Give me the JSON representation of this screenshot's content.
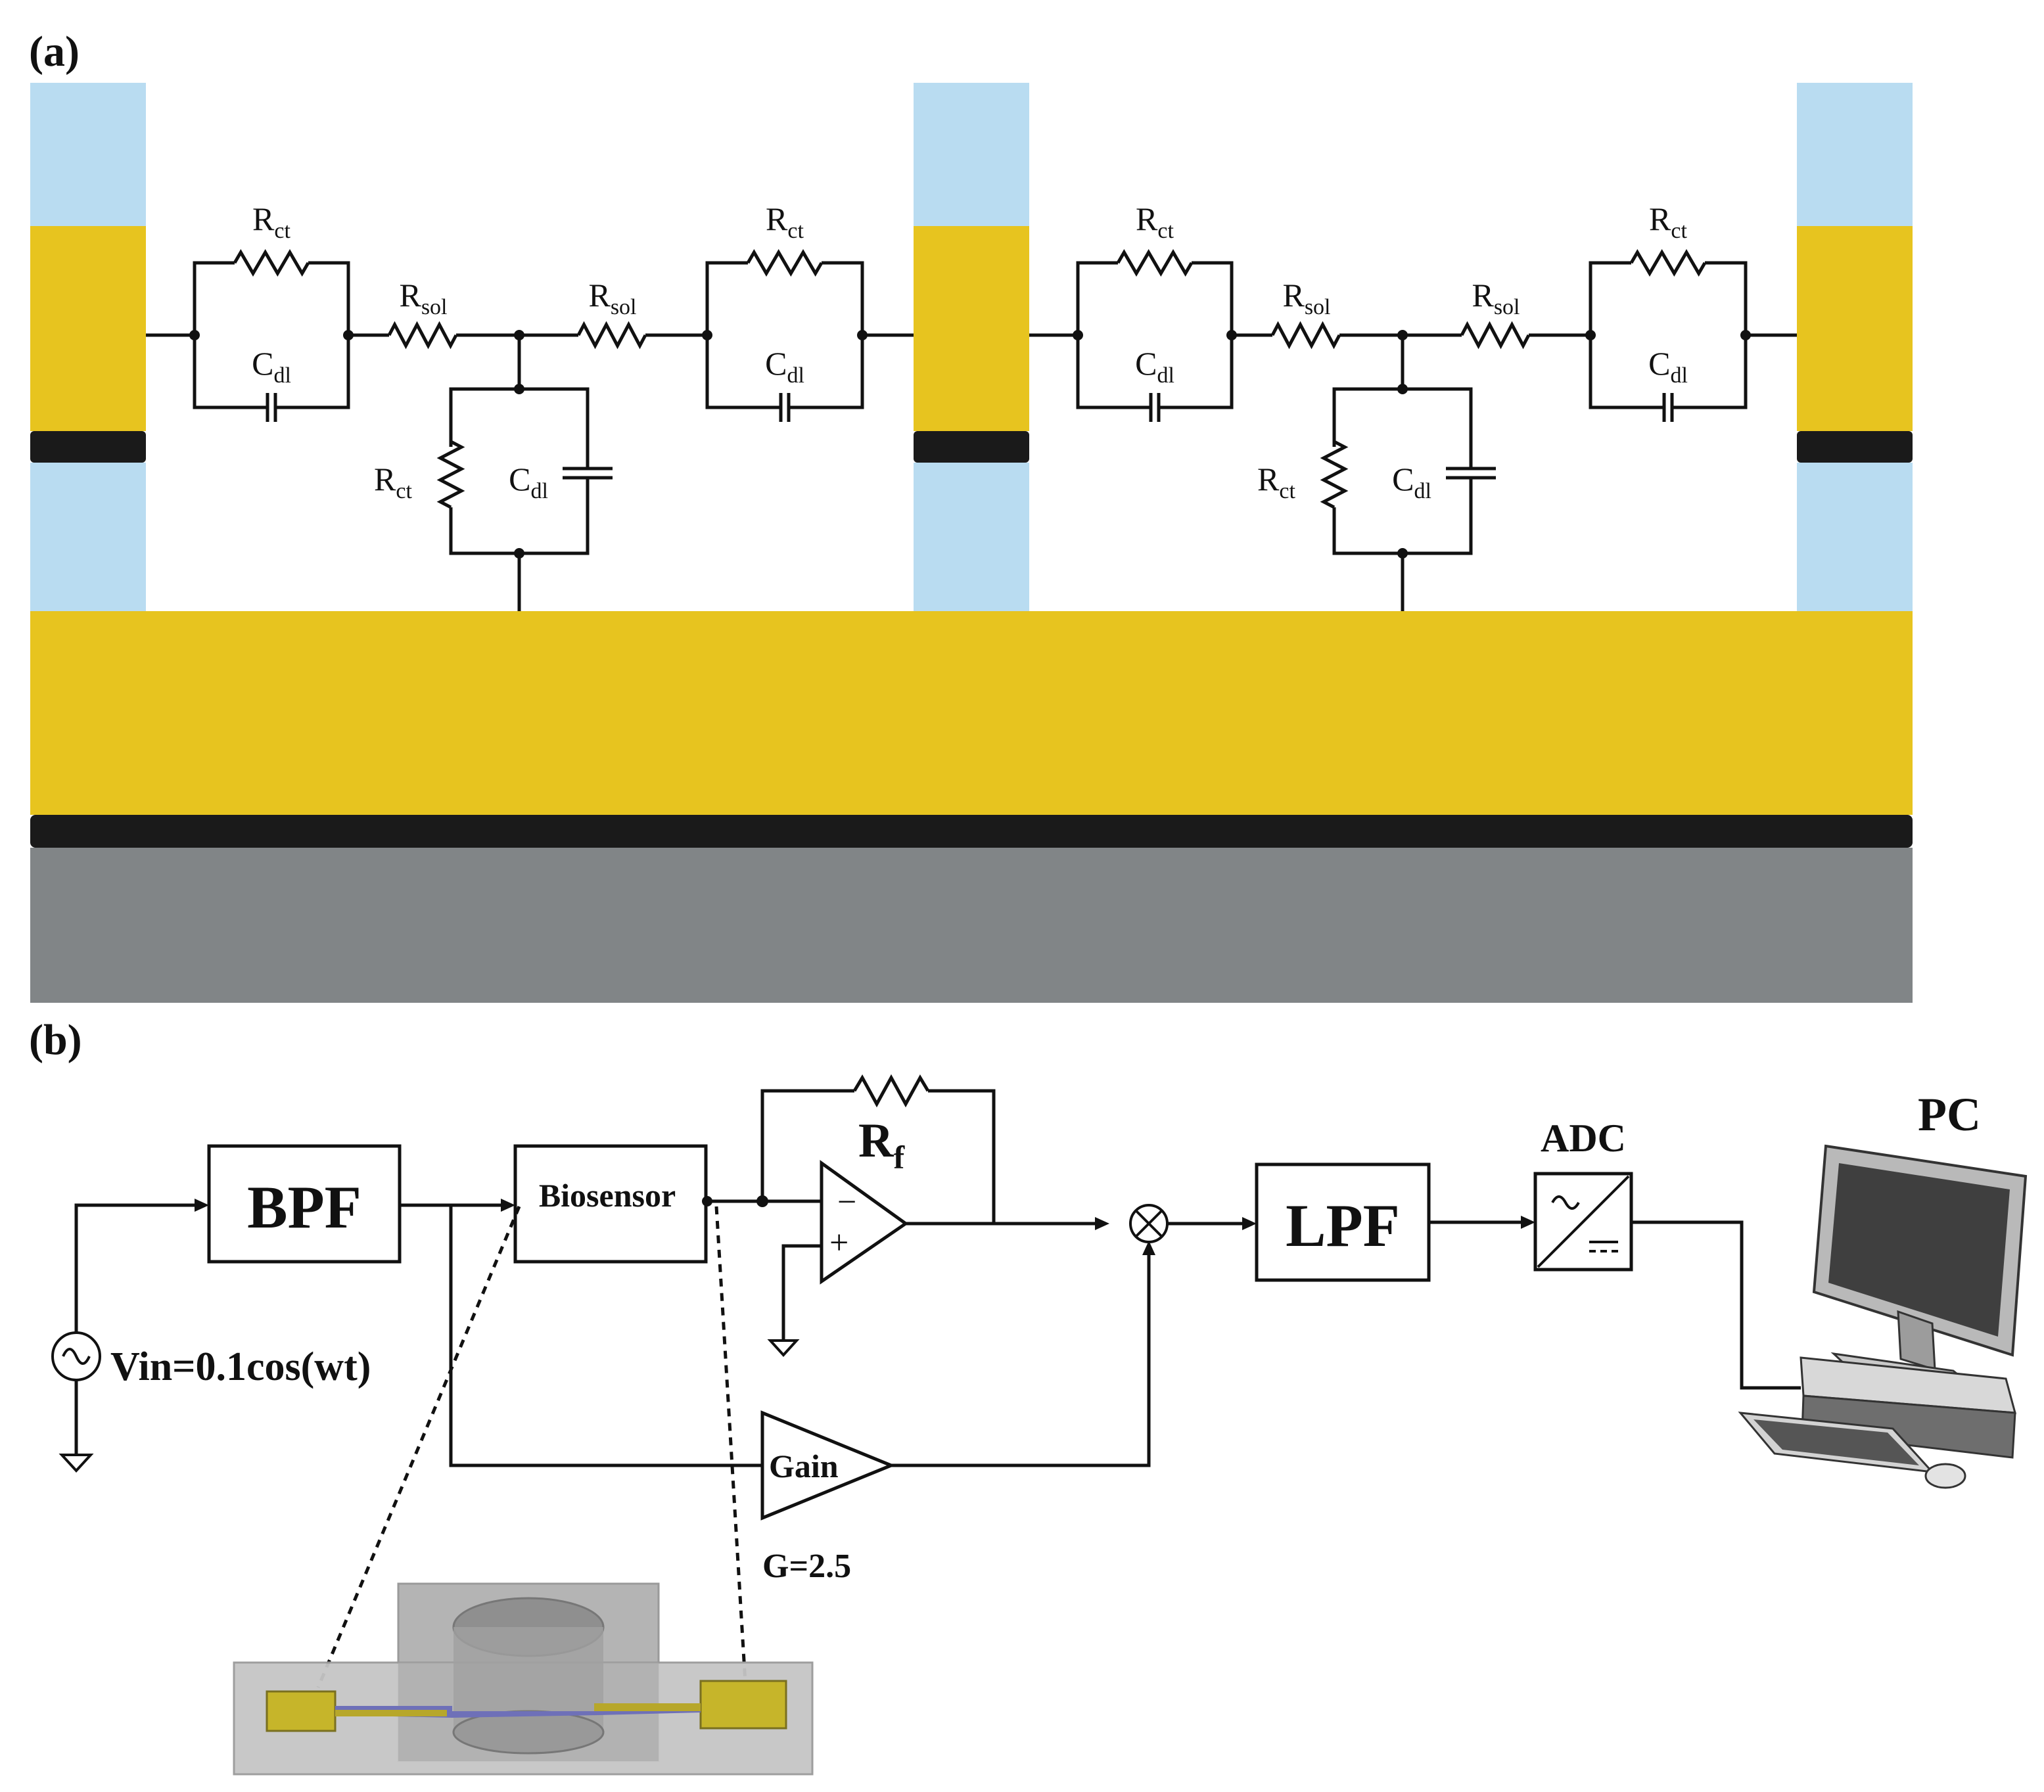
{
  "panels": {
    "a": "(a)",
    "b": "(b)"
  },
  "colors": {
    "electrode_gold": "#e7c41f",
    "insulator_blue": "#b9dcf1",
    "adhesion_black": "#1a1a1a",
    "substrate_gray": "#818587",
    "wire": "#111111"
  },
  "equivalent_circuit": {
    "charge_transfer_resistance": {
      "base": "R",
      "sub": "ct"
    },
    "double_layer_capacitance": {
      "base": "C",
      "sub": "dl"
    },
    "solution_resistance": {
      "base": "R",
      "sub": "sol"
    }
  },
  "readout": {
    "bpf": "BPF",
    "biosensor": "Biosensor",
    "feedback_resistor": {
      "base": "R",
      "sub": "f"
    },
    "lpf": "LPF",
    "adc": "ADC",
    "pc": "PC",
    "gain": "Gain",
    "gain_value": "G=2.5",
    "source": "Vin=0.1cos(wt)",
    "opamp_minus": "−",
    "opamp_plus": "+"
  },
  "icons": {
    "mixer": "multiplier-icon",
    "ac_source": "ac-source-icon",
    "ground": "ground-icon",
    "adc": "adc-converter-icon",
    "computer": "desktop-computer-icon",
    "device": "biosensor-3d-model-icon"
  }
}
